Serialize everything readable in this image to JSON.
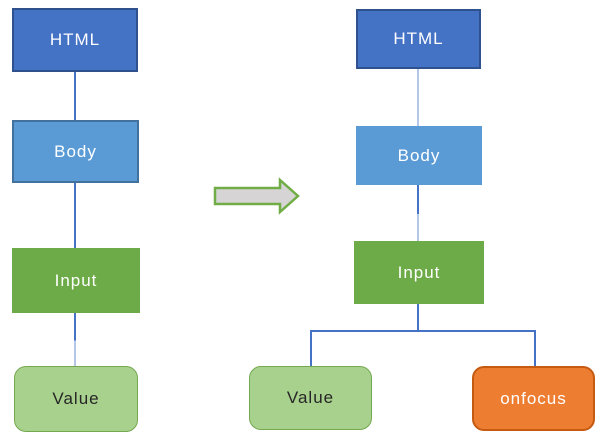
{
  "diagram": {
    "description_hint": "DOM tree before and after adding onfocus handler",
    "left_tree": {
      "html": "HTML",
      "body": "Body",
      "input": "Input",
      "value": "Value"
    },
    "right_tree": {
      "html": "HTML",
      "body": "Body",
      "input": "Input",
      "value": "Value",
      "onfocus": "onfocus"
    },
    "colors": {
      "html_fill": "#4472C4",
      "html_border": "#2F528F",
      "body_fill": "#5B9BD5",
      "body_border": "#41719C",
      "input_fill": "#6CAB47",
      "value_fill": "#A9D18E",
      "value_border": "#74A84E",
      "onfocus_fill": "#ED7D31",
      "onfocus_border": "#C55A11",
      "connector_dark": "#4472C4",
      "connector_light": "#B4C7E7",
      "arrow_fill": "#D6D4D4",
      "arrow_border": "#70AD47"
    }
  }
}
